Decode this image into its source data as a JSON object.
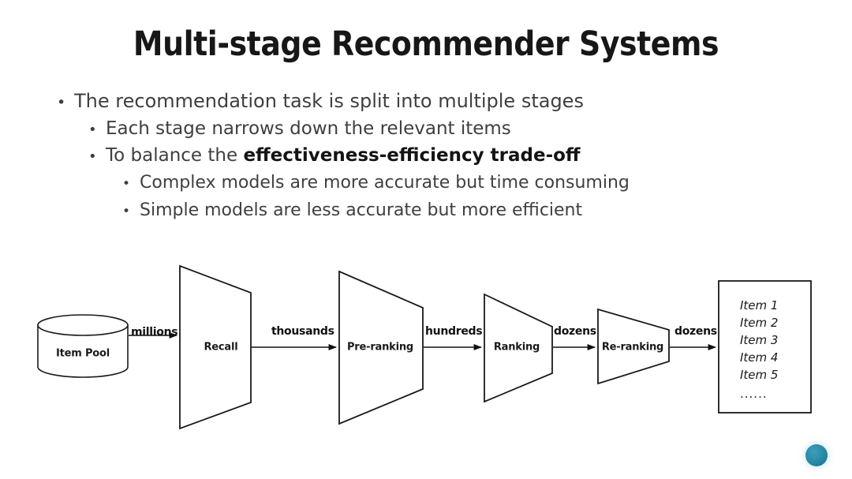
{
  "slide": {
    "title": "Multi-stage Recommender Systems",
    "background_color": "#ffffff",
    "accent_color": "#2a8aa8"
  },
  "bullets": [
    {
      "level": 1,
      "text": "The recommendation task is split into multiple stages",
      "marker": "•"
    },
    {
      "level": 2,
      "text": "Each stage narrows down the relevant items",
      "marker": "•"
    },
    {
      "level": 2,
      "text_prefix": "To balance the ",
      "text_strong": "effectiveness-efficiency trade-off",
      "marker": "•"
    },
    {
      "level": 3,
      "text": "Complex models are more accurate but time consuming",
      "marker": "•"
    },
    {
      "level": 3,
      "text": "Simple models are less accurate but more efficient",
      "marker": "•"
    }
  ],
  "diagram": {
    "source": {
      "label": "Item Pool",
      "shape": "cylinder"
    },
    "stages": [
      {
        "label": "Recall",
        "shape": "funnel-trapezoid"
      },
      {
        "label": "Pre-ranking",
        "shape": "funnel-trapezoid"
      },
      {
        "label": "Ranking",
        "shape": "funnel-trapezoid"
      },
      {
        "label": "Re-ranking",
        "shape": "funnel-trapezoid"
      }
    ],
    "edge_labels": [
      "millions",
      "thousands",
      "hundreds",
      "dozens",
      "dozens"
    ],
    "result_box": {
      "items": [
        "Item 1",
        "Item 2",
        "Item 3",
        "Item 4",
        "Item 5"
      ],
      "ellipsis": "......"
    },
    "stroke_color": "#1a1a1a"
  }
}
